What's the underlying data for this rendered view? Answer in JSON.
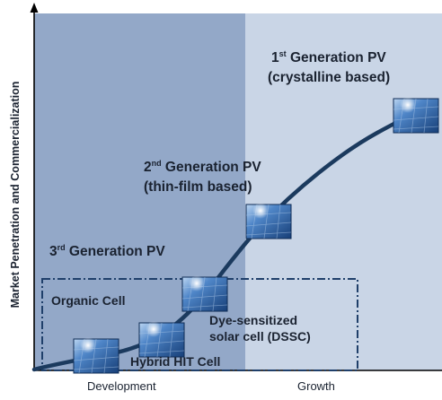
{
  "y_axis_label": "Market Penetration and Commercialization",
  "phases": [
    {
      "label": "Development"
    },
    {
      "label": "Growth"
    }
  ],
  "generations": [
    {
      "ordinal": "1",
      "suffix": "st",
      "title": " Generation PV",
      "subtitle": "(crystalline based)"
    },
    {
      "ordinal": "2",
      "suffix": "nd",
      "title": " Generation PV",
      "subtitle": "(thin-film based)"
    },
    {
      "ordinal": "3",
      "suffix": "rd",
      "title": " Generation PV"
    }
  ],
  "third_gen_technologies": {
    "organic": "Organic Cell",
    "dssc_line1": "Dye-sensitized",
    "dssc_line2": "solar cell (DSSC)",
    "hybrid": "Hybrid HIT Cell"
  },
  "colors": {
    "development_region": "#93a8c8",
    "growth_region": "#c9d5e6",
    "curve": "#1b3a5e",
    "dashed_box": "#1f3f6a",
    "text": "#1a2230"
  },
  "icon": "solar-panel-icon"
}
